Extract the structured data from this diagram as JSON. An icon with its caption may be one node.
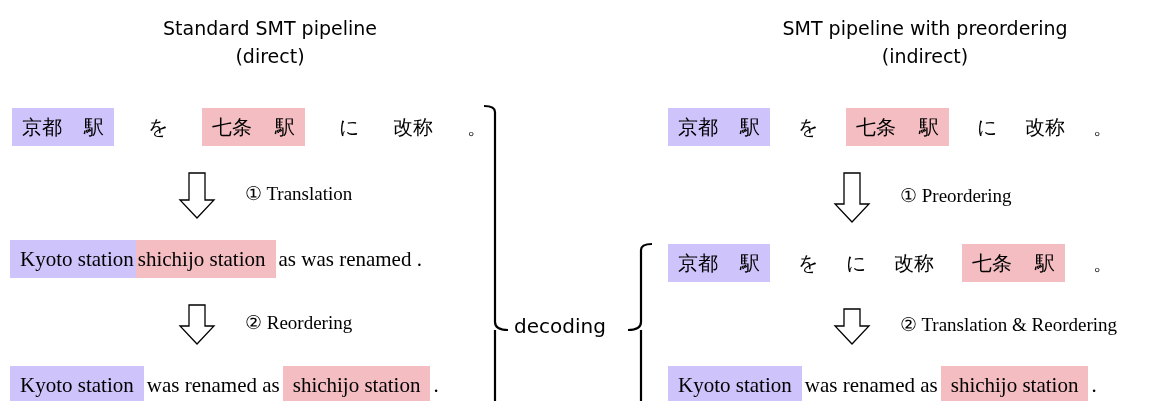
{
  "diagram": {
    "nodes": [
      {
        "text": [
          "を",
          "に",
          "改称",
          "。"
        ]
      },
      {
        "text": [
          "京都 駅"
        ],
        "in": 0
      },
      {
        "text": [
          "七条 駅"
        ],
        "in": 0
      },
      {
        "text": [
          "as was renamed ."
        ]
      },
      {
        "text": [
          "Kyoto station"
        ],
        "in": 3
      },
      {
        "text": [
          "shichijo station"
        ],
        "in": 3
      },
      {
        "text": [
          "was renamed as",
          "."
        ]
      },
      {
        "text": [
          "Kyoto station"
        ],
        "in": 6
      },
      {
        "text": [
          "shichijo station"
        ],
        "in": 6
      },
      {
        "text": [
          "を",
          "に",
          "改称",
          "。"
        ]
      },
      {
        "text": [
          "京都 駅"
        ],
        "in": 9
      },
      {
        "text": [
          "七条 駅"
        ],
        "in": 9
      },
      {
        "text": [
          "を",
          "に",
          "改称",
          "。"
        ]
      },
      {
        "text": [
          "京都 駅"
        ],
        "in": 12
      },
      {
        "text": [
          "七条 駅"
        ],
        "in": 12
      },
      {
        "text": [
          "was renamed as",
          "."
        ]
      },
      {
        "text": [
          "Kyoto station"
        ],
        "in": 15
      },
      {
        "text": [
          "shichijo station"
        ],
        "in": 15
      }
    ],
    "edges": [
      {
        "from": 0,
        "to": 3,
        "arrow": "to",
        "label": "① Translation"
      },
      {
        "from": 3,
        "to": 6,
        "arrow": "to",
        "label": "② Reordering"
      },
      {
        "from": 9,
        "to": 12,
        "arrow": "to",
        "label": "① Preordering"
      },
      {
        "from": 12,
        "to": 15,
        "arrow": "to",
        "label": "② Translation & Reordering"
      }
    ],
    "labels": [
      "Standard SMT pipeline (direct)",
      "SMT pipeline with preordering (indirect)",
      "decoding"
    ]
  }
}
